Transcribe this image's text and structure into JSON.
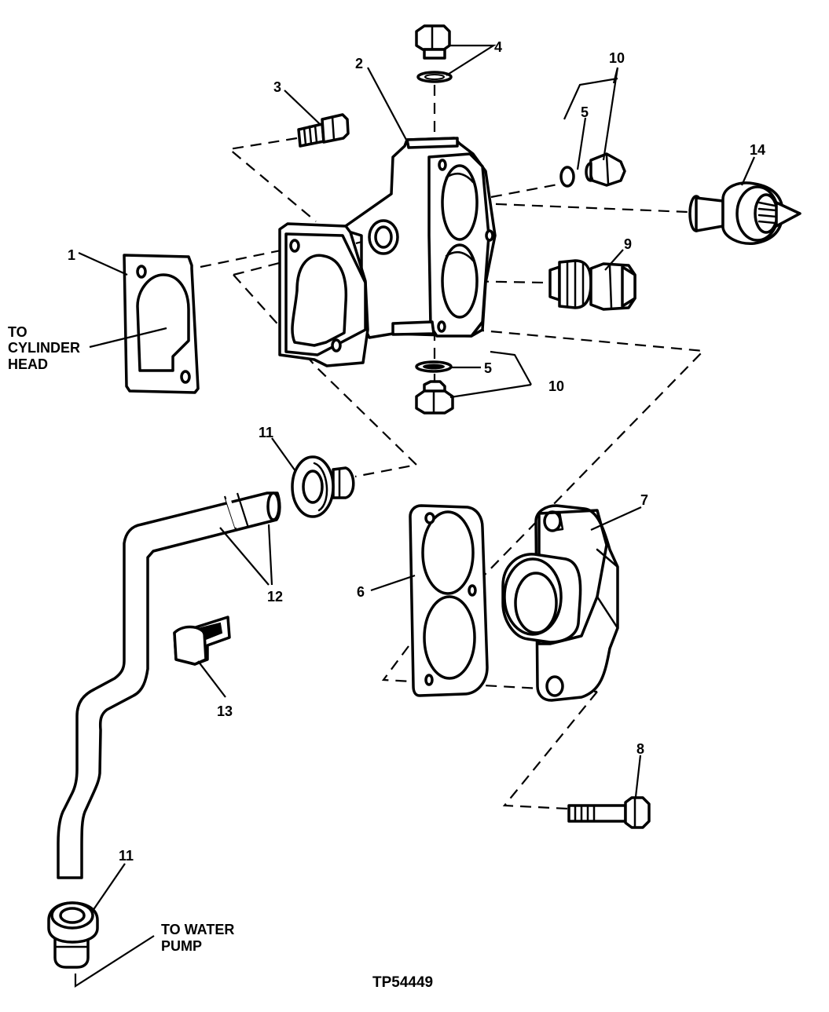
{
  "figure_id": "TP54449",
  "notes": {
    "cylinder_head": [
      "TO",
      "CYLINDER",
      "HEAD"
    ],
    "water_pump": [
      "TO WATER",
      "PUMP"
    ]
  },
  "callouts": {
    "c1": "1",
    "c2": "2",
    "c3": "3",
    "c4": "4",
    "c5_top": "5",
    "c5_bottom": "5",
    "c6": "6",
    "c7": "7",
    "c8": "8",
    "c9": "9",
    "c10_top": "10",
    "c10_bottom": "10",
    "c11_top": "11",
    "c11_bottom": "11",
    "c12": "12",
    "c13": "13",
    "c14": "14"
  }
}
